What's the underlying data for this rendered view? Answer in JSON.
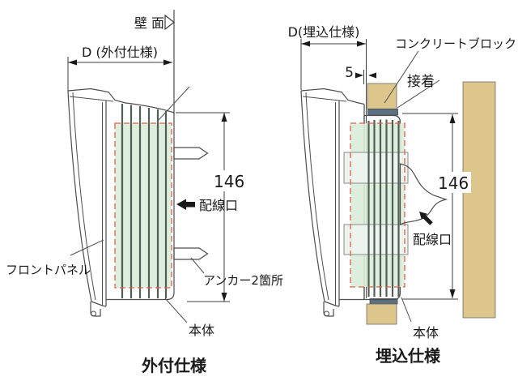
{
  "diagrams": {
    "external": {
      "caption": "外付仕様",
      "wall_label": "壁 面",
      "depth_dim_label": "D (外付仕様)",
      "height_dim": "146",
      "wiring_port_label": "配線口",
      "anchor_label": "アンカー2箇所",
      "front_panel_label": "フロントパネル",
      "body_label": "本体"
    },
    "embedded": {
      "caption": "埋込仕様",
      "depth_dim_label": "D(埋込仕様)",
      "gap_dim": "5",
      "height_dim": "146",
      "concrete_block_label": "コンクリートブロック",
      "adhesive_label": "接着",
      "wiring_port_label": "配線口",
      "body_label": "本体"
    }
  },
  "colors": {
    "concrete_tan": "#dcc68c",
    "core_green": "#d9ecd9",
    "dashed_red": "#e0614a",
    "adhesive_gray": "#5e6f7f",
    "block_light": "#edf4ed",
    "line": "#4d4d4d"
  }
}
